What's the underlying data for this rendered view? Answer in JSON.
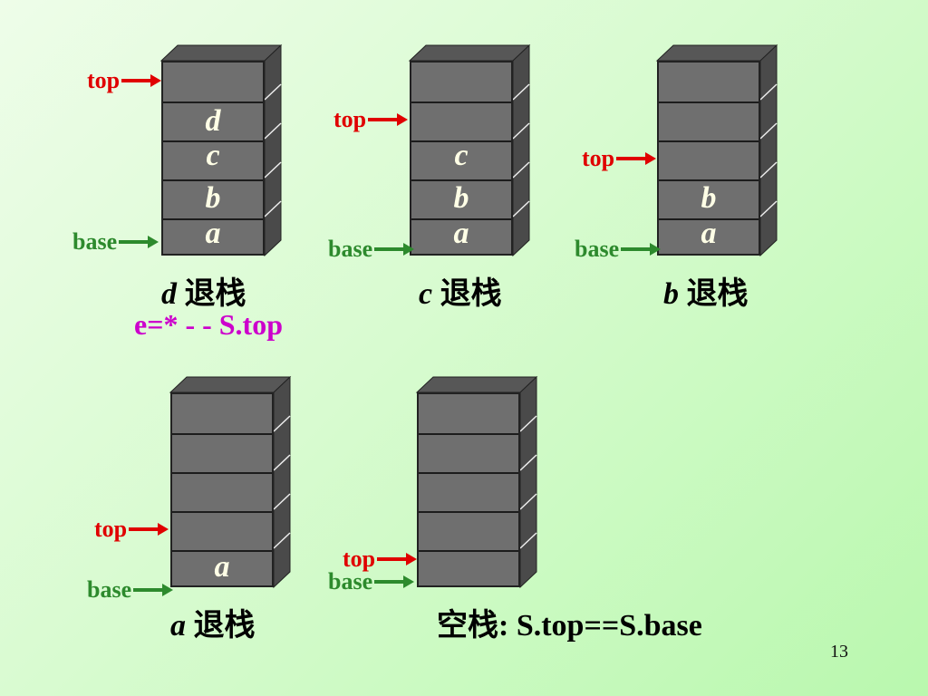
{
  "panels": [
    {
      "cells": [
        "",
        "d",
        "c",
        "b",
        "a"
      ],
      "top_label": "top",
      "base_label": "base",
      "caption_var": "d",
      "caption_text": " 退栈"
    },
    {
      "cells": [
        "",
        "",
        "c",
        "b",
        "a"
      ],
      "top_label": "top",
      "base_label": "base",
      "caption_var": "c",
      "caption_text": " 退栈"
    },
    {
      "cells": [
        "",
        "",
        "",
        "b",
        "a"
      ],
      "top_label": "top",
      "base_label": "base",
      "caption_var": "b",
      "caption_text": " 退栈"
    },
    {
      "cells": [
        "",
        "",
        "",
        "",
        "a"
      ],
      "top_label": "top",
      "base_label": "base",
      "caption_var": "a",
      "caption_text": " 退栈"
    },
    {
      "cells": [
        "",
        "",
        "",
        "",
        ""
      ],
      "top_label": "top",
      "base_label": "base",
      "caption_var": "",
      "caption_text": "空栈: S.top==S.base"
    }
  ],
  "formula": "e=* - - S.top",
  "page_number": "13",
  "colors": {
    "top": "#e00000",
    "base": "#2d8a2d",
    "formula": "#cc00cc",
    "block_front": "#6f6f6f",
    "block_side": "#4a4a4a",
    "block_top": "#5a5a5a"
  }
}
